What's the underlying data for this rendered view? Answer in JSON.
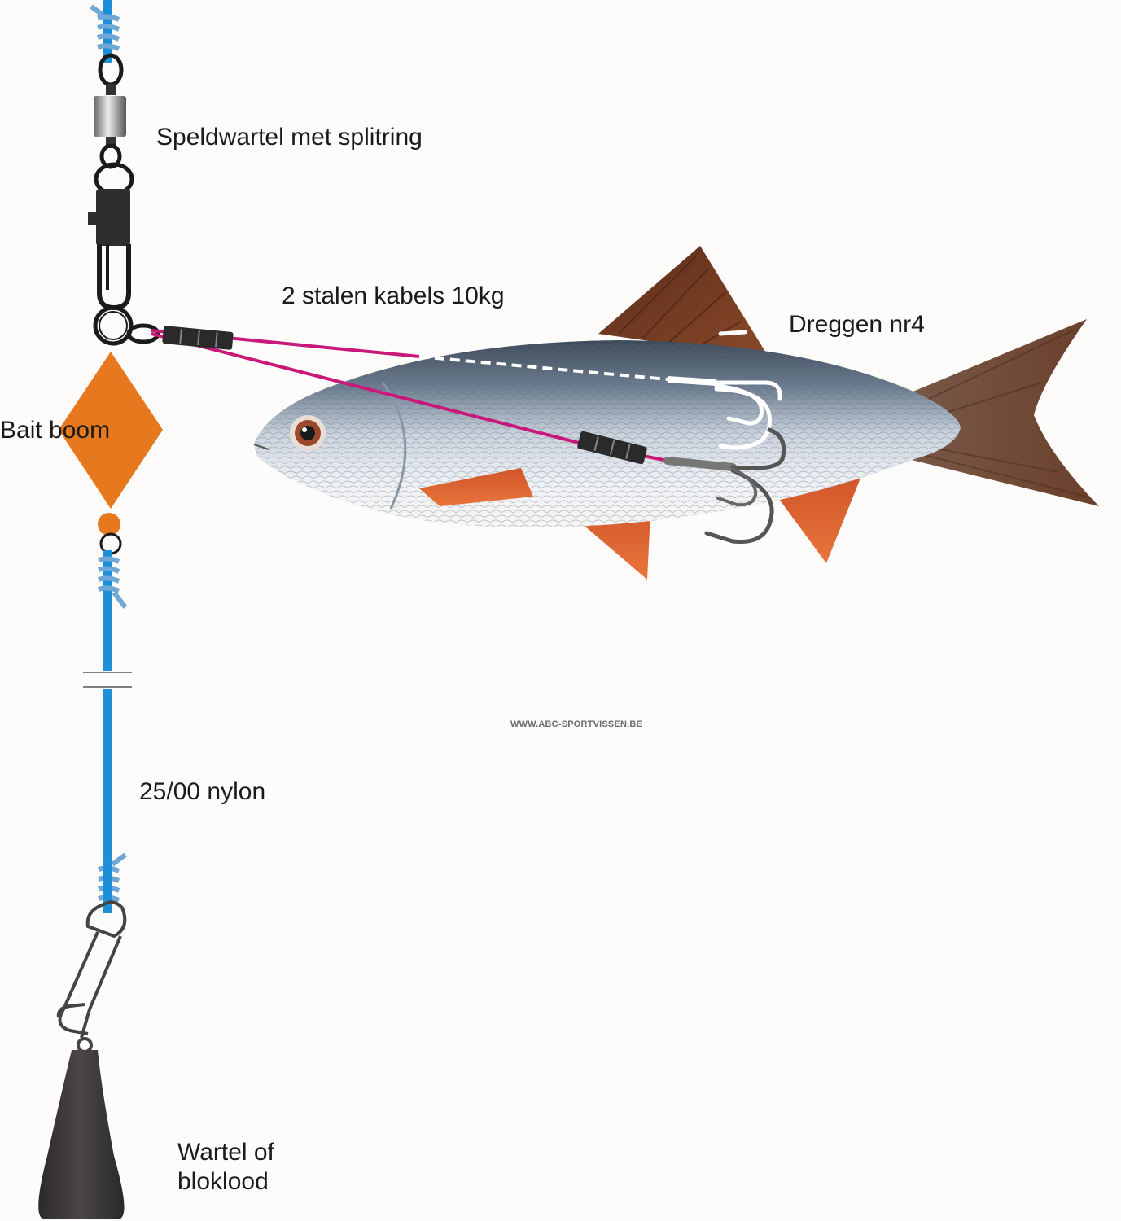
{
  "labels": {
    "swivel": "Speldwartel met splitring",
    "cables": "2 stalen kabels 10kg",
    "trebles": "Dreggen nr4",
    "bait_boom": "Bait boom",
    "nylon": "25/00 nylon",
    "lead_line1": "Wartel of",
    "lead_line2": "bloklood"
  },
  "watermark": "WWW.ABC-SPORTVISSEN.BE",
  "colors": {
    "main_line": "#1c8fd8",
    "wire_trace": "#c8197a",
    "bait_boom": "#e6781e",
    "lead_weight": "#3b3938",
    "swivel_metal": "#2a2a2a"
  }
}
